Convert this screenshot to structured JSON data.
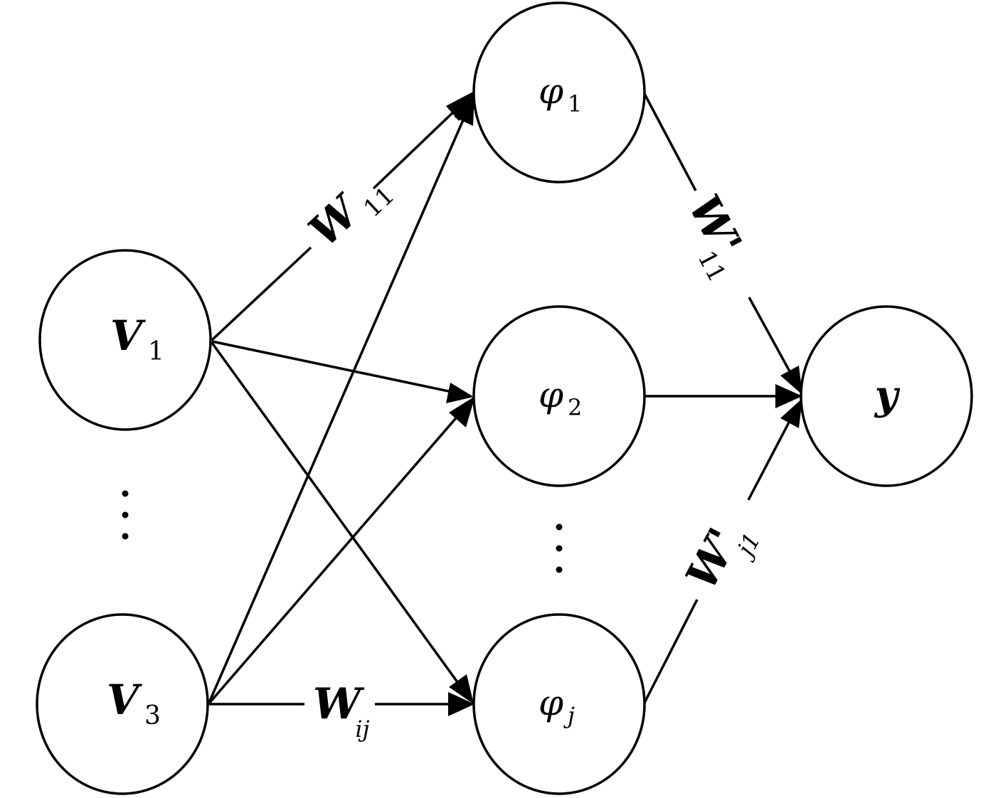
{
  "nodes": {
    "v1": {
      "main": "V",
      "sub": "1"
    },
    "v3": {
      "main": "V",
      "sub": "3"
    },
    "phi1": {
      "main": "φ",
      "sub": "1"
    },
    "phi2": {
      "main": "φ",
      "sub": "2"
    },
    "phij": {
      "main": "φ",
      "sub": "j"
    },
    "y": {
      "main": "y"
    }
  },
  "edge_labels": {
    "w11": {
      "main": "W",
      "sub": "11"
    },
    "wij": {
      "main": "W",
      "sub": "ij"
    },
    "wp11": {
      "main": "W'",
      "sub": "11"
    },
    "wpj1": {
      "main": "W'",
      "sub": "j1"
    }
  },
  "colors": {
    "stroke": "#000000",
    "background": "#ffffff"
  }
}
